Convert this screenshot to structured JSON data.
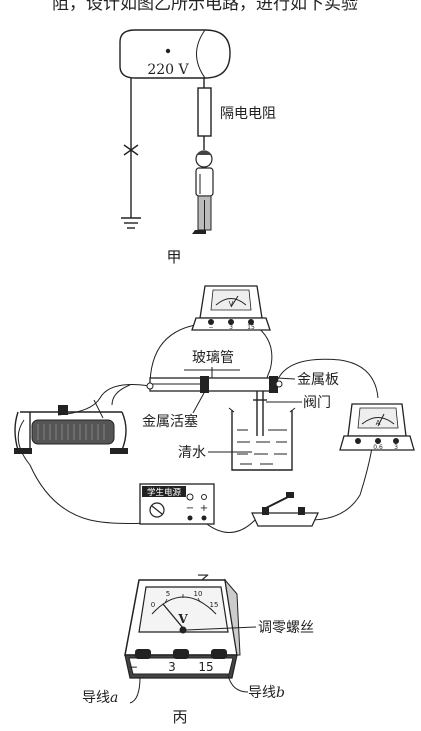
{
  "top_text": "阻，设计如图乙所示电路，进行如下实验",
  "fig_jia": {
    "voltage": "220 V",
    "resistor_label": "隔电电阻",
    "caption": "甲"
  },
  "fig_yi": {
    "glass_tube": "玻璃管",
    "metal_plate": "金属板",
    "valve": "阀门",
    "metal_piston": "金属活塞",
    "water": "清水",
    "power_label": "学生电源",
    "power_minus": "−",
    "power_plus": "+",
    "voltmeter_letter": "V",
    "voltmeter_terminals": [
      "−",
      "3",
      "15"
    ],
    "ammeter_letter": "A",
    "ammeter_terminals": [
      "0.6",
      "3"
    ],
    "caption": "乙"
  },
  "fig_bing": {
    "meter_letter": "V",
    "scale_labels": [
      "0",
      "5",
      "10",
      "15"
    ],
    "terminals": [
      "−",
      "3",
      "15"
    ],
    "zero_screw_label": "调零螺丝",
    "wire_a": "导线",
    "wire_a_var": "a",
    "wire_b": "导线",
    "wire_b_var": "b",
    "caption": "丙"
  }
}
